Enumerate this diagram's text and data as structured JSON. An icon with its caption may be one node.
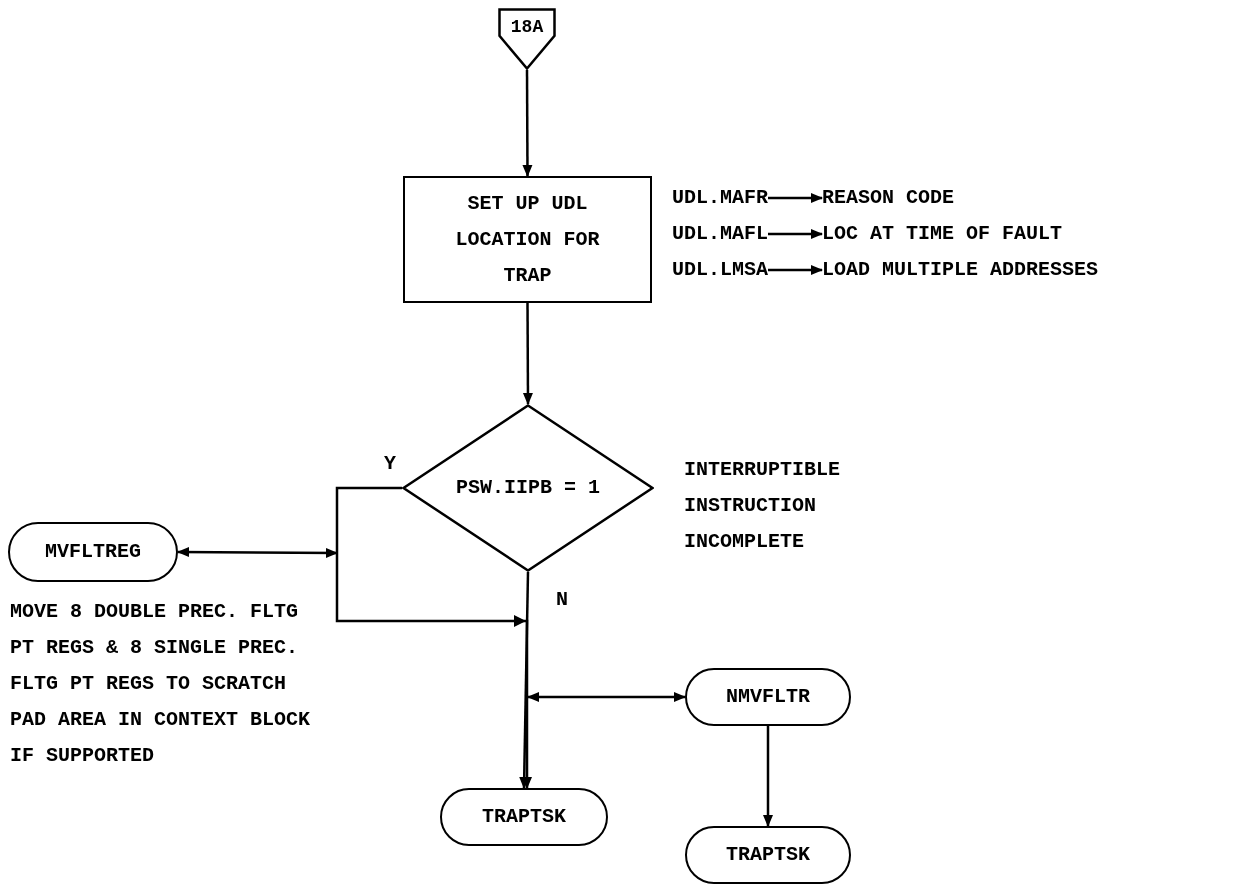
{
  "diagram": {
    "nodes": [
      {
        "text": [
          "18A"
        ]
      },
      {
        "text": [
          "SET UP UDL LOCATION FOR TRAP"
        ]
      },
      {
        "text": [
          "UDL.MAFR"
        ]
      },
      {
        "text": [
          "REASON CODE"
        ]
      },
      {
        "text": [
          "UDL.MAFL"
        ]
      },
      {
        "text": [
          "LOC AT TIME OF FAULT"
        ]
      },
      {
        "text": [
          "UDL.LMSA"
        ]
      },
      {
        "text": [
          "LOAD MULTIPLE ADDRESSES"
        ]
      },
      {
        "text": [
          "PSW.IIPB = 1"
        ],
        "beside": [
          "INTERRUPTIBLE INSTRUCTION INCOMPLETE"
        ]
      },
      {
        "text": [
          "MVFLTREG"
        ],
        "beside": [
          "MOVE 8 DOUBLE PREC. FLTG PT REGS & 8 SINGLE PREC. FLTG PT REGS TO SCRATCH PAD AREA IN CONTEXT BLOCK IF SUPPORTED"
        ]
      },
      {
        "text": [
          "NMVFLTR"
        ]
      },
      {
        "text": [
          "TRAPTSK"
        ]
      },
      {
        "text": [
          "TRAPTSK"
        ]
      }
    ],
    "edges": [
      {
        "from": 0,
        "to": 1,
        "arrow": "to"
      },
      {
        "from": 2,
        "to": 3,
        "arrow": "to"
      },
      {
        "from": 4,
        "to": 5,
        "arrow": "to"
      },
      {
        "from": 6,
        "to": 7,
        "arrow": "to"
      },
      {
        "from": 1,
        "to": 8,
        "arrow": "to"
      },
      {
        "from": 8,
        "to": 11,
        "arrow": "to",
        "label": "N"
      },
      {
        "from": 8,
        "to": 11,
        "arrow": "to",
        "label": "Y"
      },
      {
        "from": 9,
        "to": null,
        "arrow": "both"
      },
      {
        "from": 10,
        "to": null,
        "arrow": "both"
      },
      {
        "from": 10,
        "to": 12,
        "arrow": "to"
      }
    ]
  }
}
